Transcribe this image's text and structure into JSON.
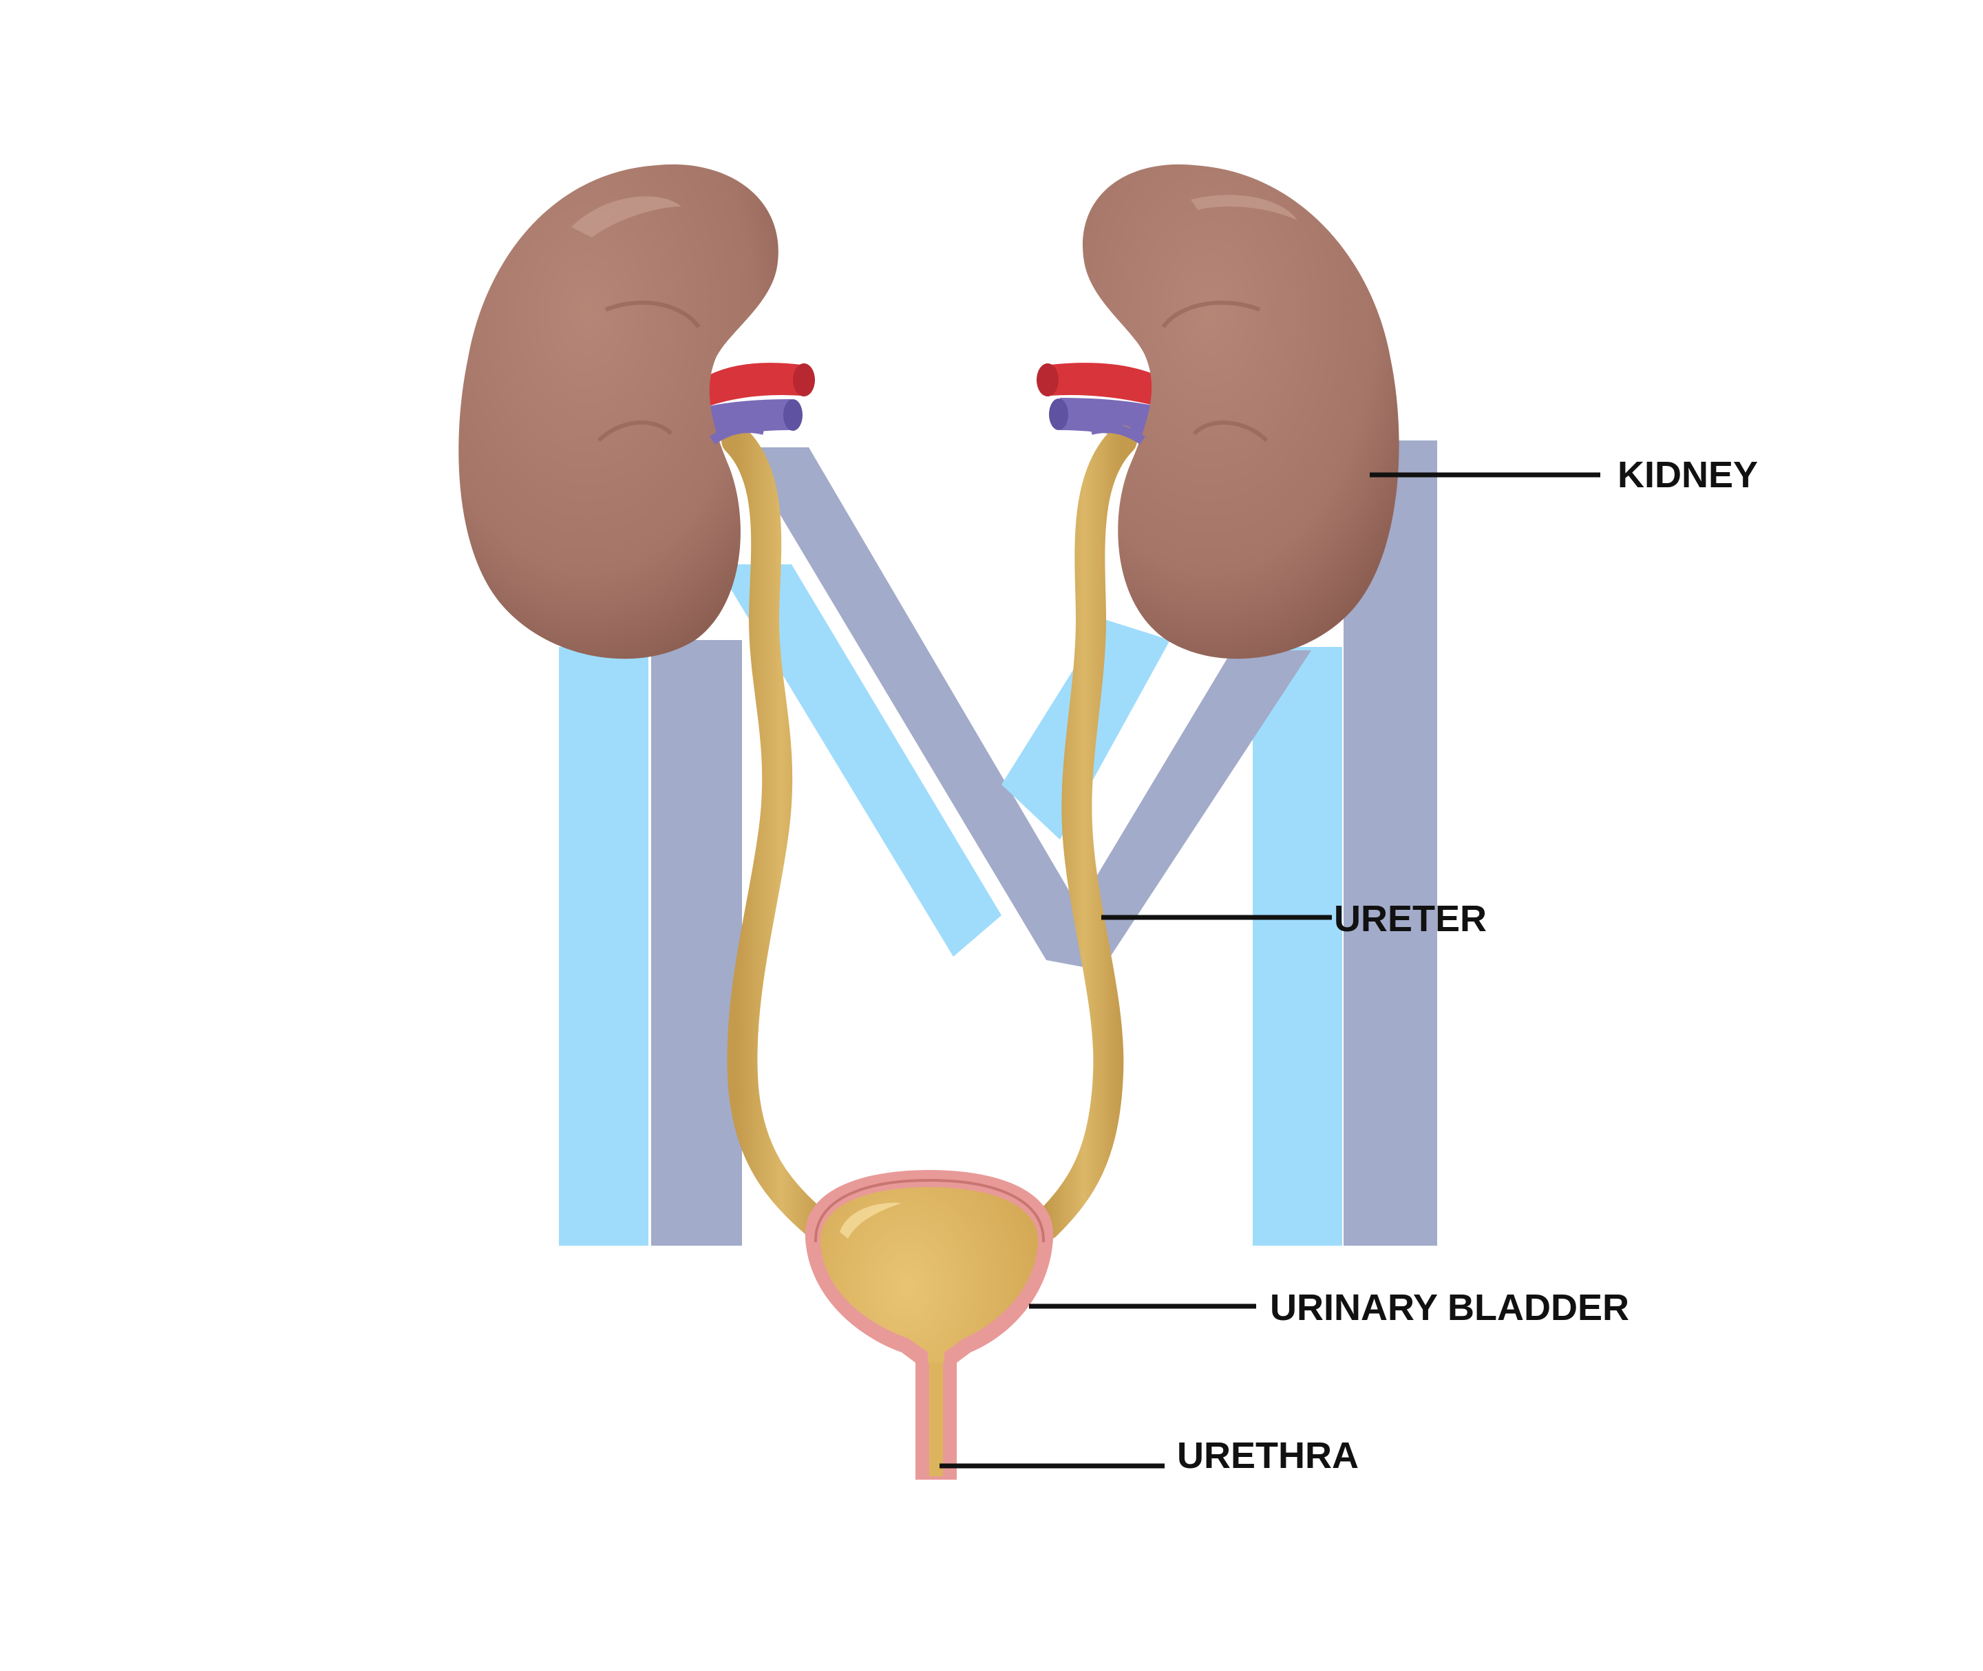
{
  "labels": {
    "kidney": "KIDNEY",
    "ureter": "URETER",
    "urinary_bladder": "URINARY BLADDER",
    "urethra": "URETHRA"
  },
  "colors": {
    "background": "#ffffff",
    "logo_light_blue": "#9fdcfb",
    "logo_slate": "#a2abc9",
    "kidney": "#a57668",
    "kidney_shade": "#8f6155",
    "artery": "#d8343b",
    "vein": "#7a6bb8",
    "ureter": "#d3ac5c",
    "bladder_wall": "#e89a98",
    "bladder_urine": "#ddb45e",
    "label_line": "#111111"
  }
}
